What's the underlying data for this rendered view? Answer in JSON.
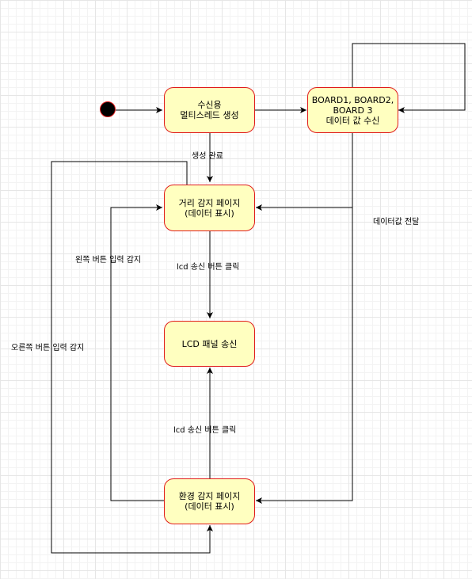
{
  "states": {
    "receiver_thread": {
      "line1": "수신용",
      "line2": "멀티스레드 생성"
    },
    "boards_receive": {
      "line1": "BOARD1, BOARD2,",
      "line2": "BOARD 3",
      "line3": "데이터 값 수신"
    },
    "distance_page": {
      "line1": "거리 감지 페이지",
      "line2": "(데이터 표시)"
    },
    "lcd_send": {
      "line1": "LCD 패널 송신"
    },
    "env_page": {
      "line1": "환경 감지 페이지",
      "line2": "(데이터 표시)"
    }
  },
  "transitions": {
    "created": "생성 완료",
    "data_forward": "데이터값 전달",
    "left_button": "왼쪽 버튼 입력 감지",
    "right_button": "오른쪽 버튼 입력 감지",
    "lcd_click_top": "lcd 송신 버튼 클릭",
    "lcd_click_bottom": "lcd  송신 버튼 클릭"
  },
  "colors": {
    "state_fill": "#ffffc0",
    "state_border": "#e01b1b",
    "edge": "#000000"
  }
}
